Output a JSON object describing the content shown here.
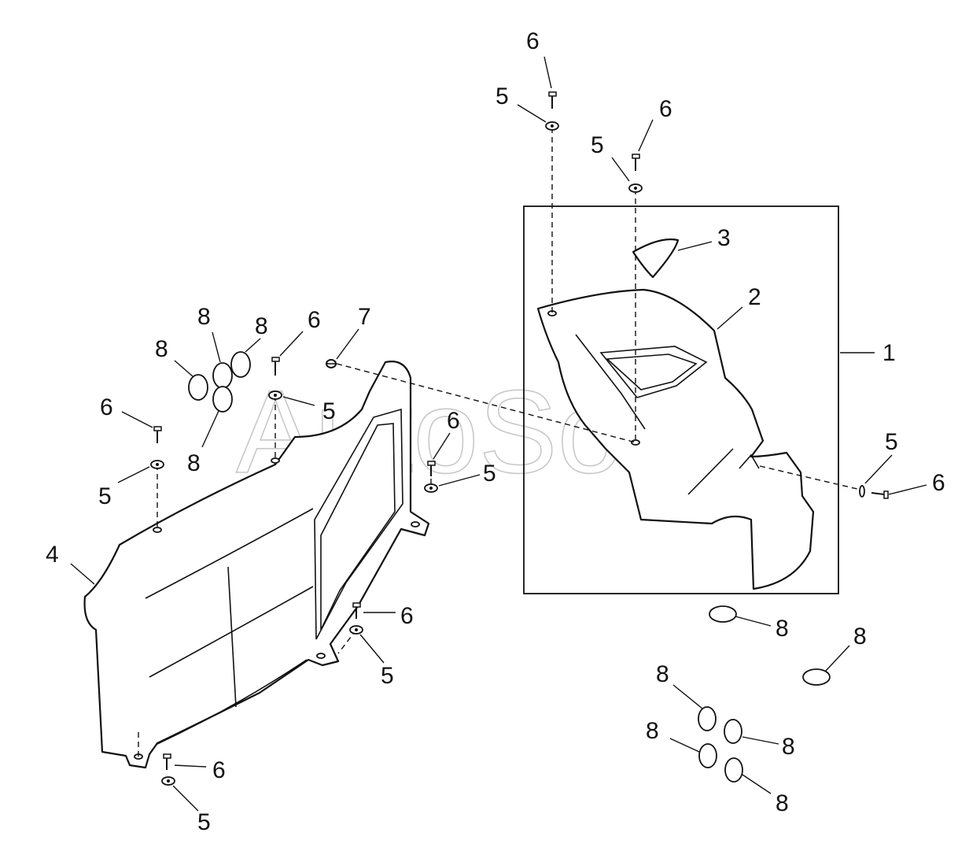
{
  "watermark": "AutoSoft",
  "callouts": {
    "c1": "1",
    "c2": "2",
    "c3": "3",
    "c4": "4",
    "c5a": "5",
    "c5b": "5",
    "c5c": "5",
    "c5d": "5",
    "c5e": "5",
    "c5f": "5",
    "c5g": "5",
    "c5h": "5",
    "c6a": "6",
    "c6b": "6",
    "c6c": "6",
    "c6d": "6",
    "c6e": "6",
    "c6f": "6",
    "c6g": "6",
    "c6h": "6",
    "c7": "7",
    "c8a": "8",
    "c8b": "8",
    "c8c": "8",
    "c8d": "8",
    "c8e": "8",
    "c8f": "8",
    "c8g": "8",
    "c8h": "8",
    "c8i": "8"
  }
}
